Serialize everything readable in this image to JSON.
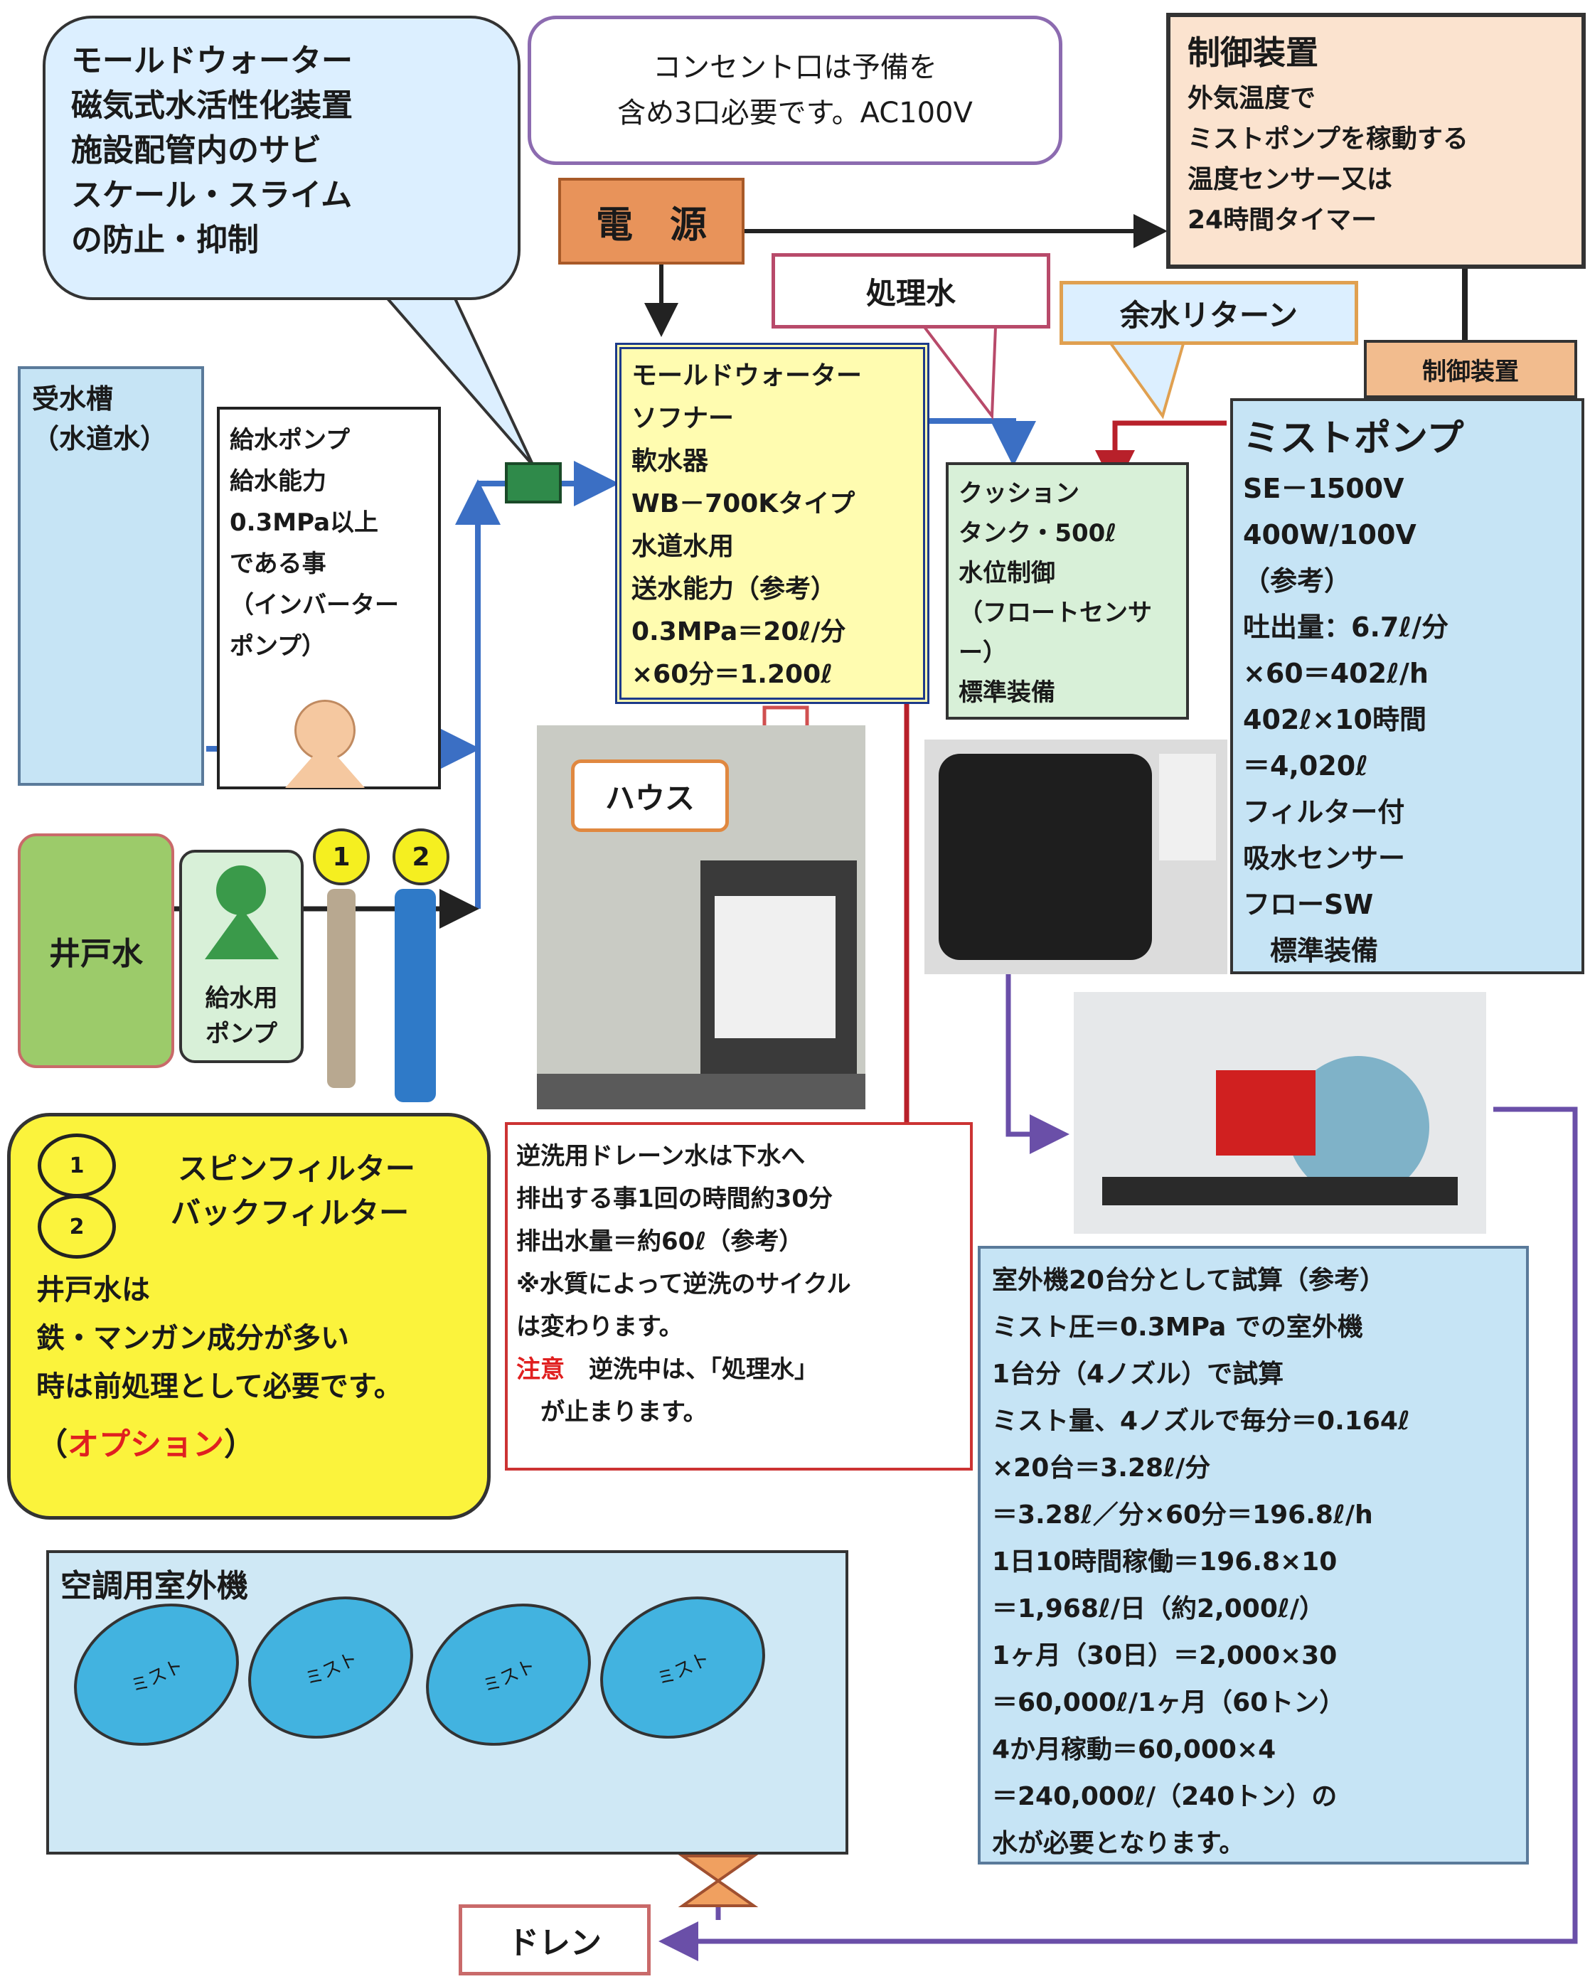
{
  "callout_magnetic": "モールドウォーター\n磁気式水活性化装置\n施設配管内のサビ\nスケール・スライム\nの防止・抑制",
  "outlet_note": "コンセント口は予備を\n含め3口必要です。AC100V",
  "control_main": {
    "title": "制御装置",
    "body": "外気温度で\nミストポンプを稼動する\n温度センサー又は\n24時間タイマー"
  },
  "power_label": "電　源",
  "treated_water_label": "処理水",
  "return_label": "余水リターン",
  "control_small": "制御装置",
  "tank_label": "受水槽\n（水道水）",
  "feed_pump": "給水ポンプ\n給水能力\n0.3MPa以上\nである事\n（インバーター\nポンプ）",
  "softener": "モールドウォーター\nソフナー\n軟水器\nWB－700Kタイプ\n水道水用\n送水能力（参考）\n0.3MPa＝20ℓ/分\n×60分＝1.200ℓ",
  "cushion": "クッション\nタンク・500ℓ\n水位制御\n（フロートセンサー）\n標準装備",
  "mist_pump": {
    "title": "ミストポンプ",
    "body": "SE－1500V\n400W/100V\n（参考）\n吐出量：6.7ℓ/分\n×60＝402ℓ/h\n402ℓ×10時間\n＝4,020ℓ\nフィルター付\n吸水センサー\nフローSW\n　標準装備"
  },
  "well_label": "井戸水",
  "well_pump_label": "給水用\nポンプ",
  "filter_numbers": [
    "1",
    "2"
  ],
  "house_label": "ハウス",
  "filter_box": {
    "filter1": "スピンフィルター",
    "filter2": "バックフィルター",
    "body": "井戸水は\n鉄・マンガン成分が多い\n時は前処理として必要です。",
    "option_open": "（",
    "option": "オプション",
    "option_close": "）"
  },
  "backwash": {
    "body": "逆洗用ドレーン水は下水へ\n排出する事1回の時間約30分\n排出水量＝約60ℓ（参考）\n※水質によって逆洗のサイクル\nは変わります。",
    "caution": "注意",
    "caution_text": "　逆洗中は、「処理水」\n　が止まります。"
  },
  "calc": "室外機20台分として試算（参考）\nミスト圧＝0.3MPa での室外機\n1台分（4ノズル）で試算\nミスト量、4ノズルで毎分＝0.164ℓ\n×20台＝3.28ℓ/分\n＝3.28ℓ／分×60分＝196.8ℓ/h\n1日10時間稼働＝196.8×10\n＝1,968ℓ/日（約2,000ℓ/）\n1ヶ月（30日）＝2,000×30\n＝60,000ℓ/1ヶ月（60トン）\n4か月稼動＝60,000×4\n＝240,000ℓ/（240トン）の\n水が必要となります。",
  "outdoor_unit_title": "空調用室外機",
  "mist_labels": [
    "ミスト",
    "ミスト",
    "ミスト",
    "ミスト"
  ],
  "drain_label": "ドレン",
  "colors": {
    "blue_line": "#3b6fc4",
    "red_line": "#b8202a",
    "purple_line": "#6a4fa8",
    "dark_line": "#222222",
    "caution_red": "#e02020"
  }
}
